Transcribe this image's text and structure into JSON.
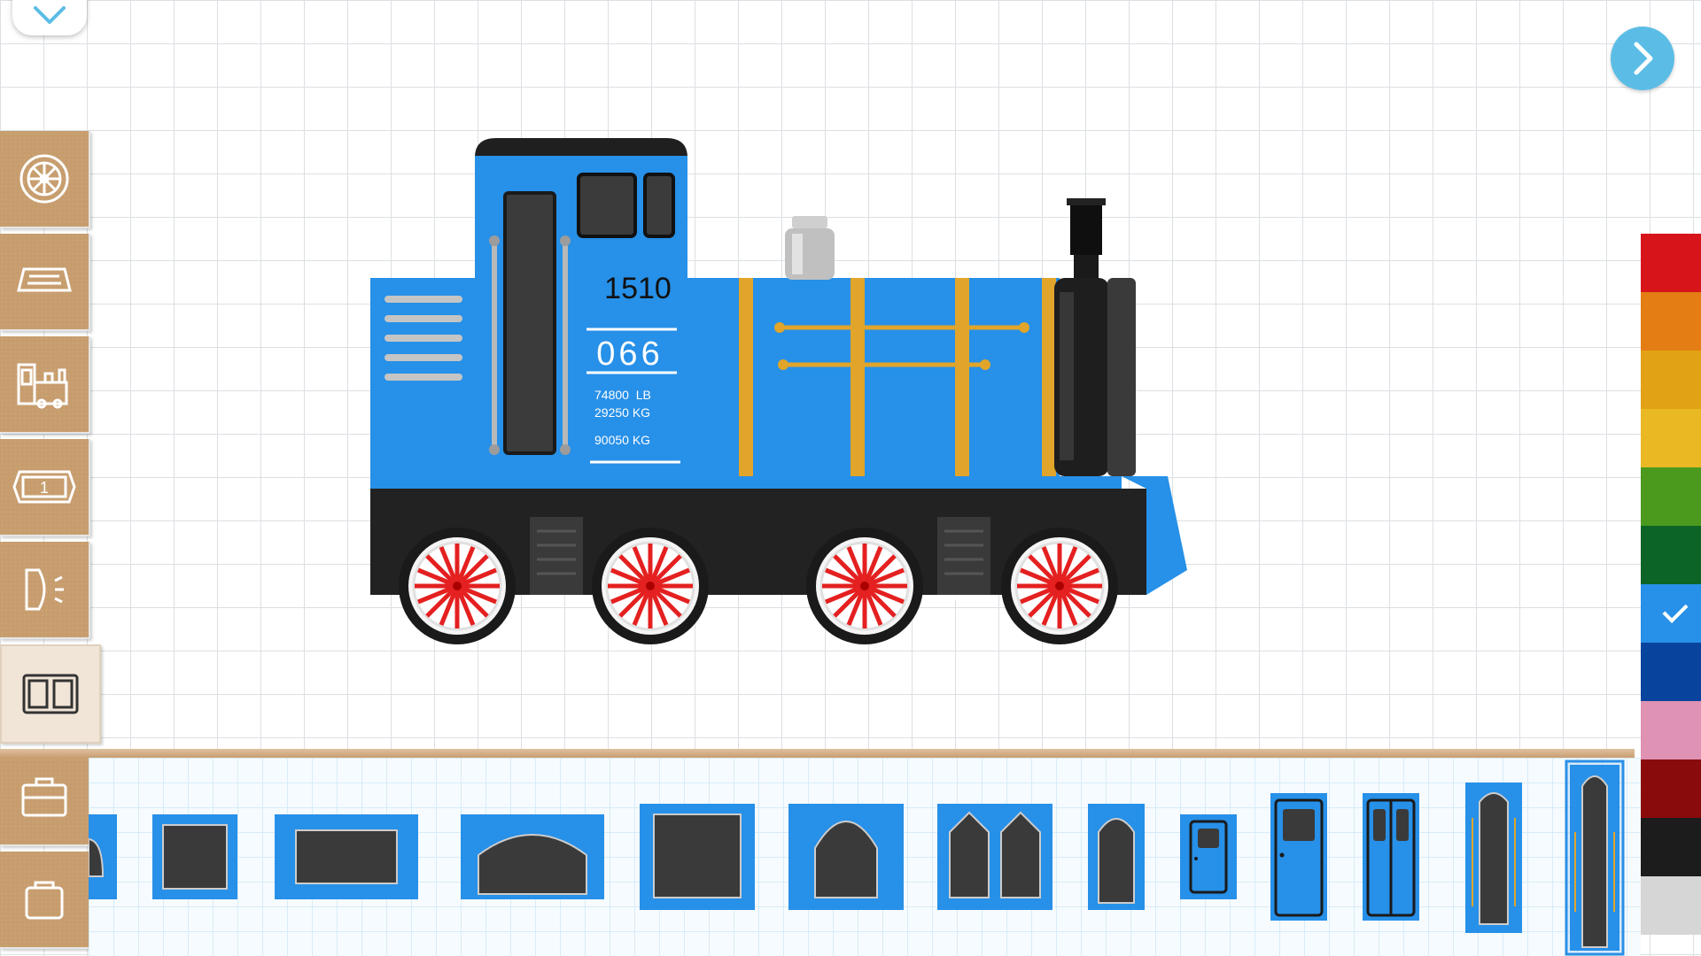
{
  "colors": {
    "accent": "#5bbde6",
    "train_body": "#2790e8",
    "train_chassis": "#222222",
    "wheel_spoke": "#e42020",
    "brass": "#e0a52a"
  },
  "top": {
    "collapse_icon": "chevron-down-icon",
    "next_icon": "chevron-right-icon"
  },
  "side_tools": [
    {
      "name": "wheels",
      "icon": "wheel-icon"
    },
    {
      "name": "chassis",
      "icon": "chassis-icon"
    },
    {
      "name": "engine",
      "icon": "locomotive-icon"
    },
    {
      "name": "number-plate",
      "icon": "number-plate-icon",
      "label": "1"
    },
    {
      "name": "lights",
      "icon": "headlight-icon"
    },
    {
      "name": "windows",
      "icon": "window-icon",
      "active": true
    },
    {
      "name": "cargo",
      "icon": "suitcase-icon"
    },
    {
      "name": "bag",
      "icon": "bag-icon"
    }
  ],
  "train": {
    "number": "1510",
    "plate": "066",
    "weight_lb": "74800  LB",
    "weight_kg": "29250 KG",
    "capacity": "90050 KG"
  },
  "palette": [
    {
      "color": "#d8141b"
    },
    {
      "color": "#e37d14"
    },
    {
      "color": "#e1a315"
    },
    {
      "color": "#e9b822"
    },
    {
      "color": "#4b9a1e"
    },
    {
      "color": "#0c6427"
    },
    {
      "color": "#2790e8",
      "selected": true
    },
    {
      "color": "#08439e"
    },
    {
      "color": "#df92b4"
    },
    {
      "color": "#8a0b0c"
    },
    {
      "color": "#1c1c1c"
    },
    {
      "color": "#d6d6d6"
    }
  ],
  "parts": [
    {
      "name": "window-arch-partial"
    },
    {
      "name": "window-square-small"
    },
    {
      "name": "window-wide"
    },
    {
      "name": "window-round-top-wide"
    },
    {
      "name": "window-square-large"
    },
    {
      "name": "window-arch"
    },
    {
      "name": "window-pointed-double"
    },
    {
      "name": "window-tall-arch"
    },
    {
      "name": "door-small"
    },
    {
      "name": "door-single"
    },
    {
      "name": "door-double"
    },
    {
      "name": "door-tall-rails"
    },
    {
      "name": "door-tall-rails-selected",
      "selected": true
    }
  ]
}
